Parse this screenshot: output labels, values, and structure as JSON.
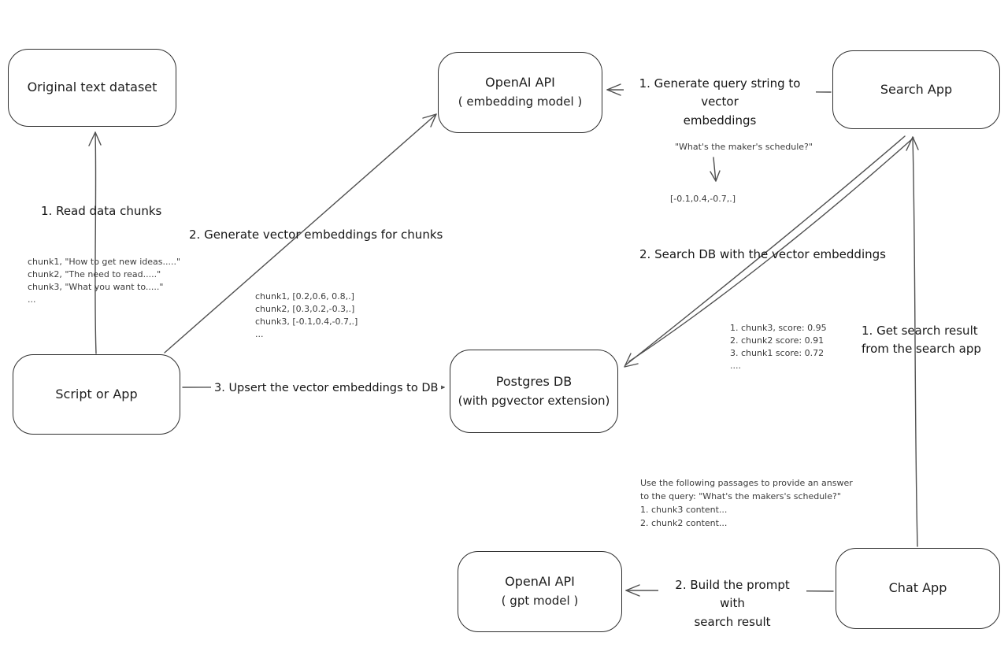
{
  "colors": {
    "background": "#ffffff",
    "edge_stroke": "#4f4f4f",
    "node_border": "#2e2e2e",
    "label_text": "#161616",
    "annotation_text": "#3c3c3c"
  },
  "nodes": {
    "original_dataset": {
      "line1": "Original text dataset"
    },
    "openai_embedding": {
      "line1": "OpenAI API",
      "line2": "( embedding model )"
    },
    "search_app": {
      "line1": "Search App"
    },
    "script_or_app": {
      "line1": "Script or App"
    },
    "postgres_db": {
      "line1": "Postgres DB",
      "line2": "(with pgvector extension)"
    },
    "openai_gpt": {
      "line1": "OpenAI API",
      "line2": "( gpt model )"
    },
    "chat_app": {
      "line1": "Chat App"
    }
  },
  "edge_labels": {
    "read_chunks": "1. Read data chunks",
    "generate_embeddings": "2. Generate vector embeddings for chunks",
    "upsert": "3. Upsert the vector embeddings  to DB",
    "query_to_vector_line1": "1. Generate query string to vector",
    "query_to_vector_line2": "embeddings",
    "search_db": "2. Search DB with the vector embeddings",
    "get_result_line1": "1. Get search result",
    "get_result_line2": "from the search app",
    "build_prompt_line1": "2. Build the prompt with",
    "build_prompt_line2": "search result"
  },
  "annotations": {
    "chunks": [
      "chunk1, \"How to get new ideas.....\"",
      "chunk2, \"The need to read.....\"",
      "chunk3, \"What you want to.....\"",
      "..."
    ],
    "vectors": [
      "chunk1, [0.2,0.6, 0.8,.]",
      "chunk2, [0.3,0.2,-0.3,.]",
      "chunk3, [-0.1,0.4,-0.7,.]",
      "..."
    ],
    "query": "\"What's the maker's schedule?\"",
    "query_vector": "[-0.1,0.4,-0.7,.]",
    "scores": [
      "1. chunk3, score: 0.95",
      "2. chunk2 score: 0.91",
      "3. chunk1 score: 0.72",
      "...."
    ],
    "prompt": [
      "Use the following passages to provide an answer",
      "to the query: \"What's the makers's schedule?\"",
      "1. chunk3 content...",
      "2. chunk2 content..."
    ]
  }
}
